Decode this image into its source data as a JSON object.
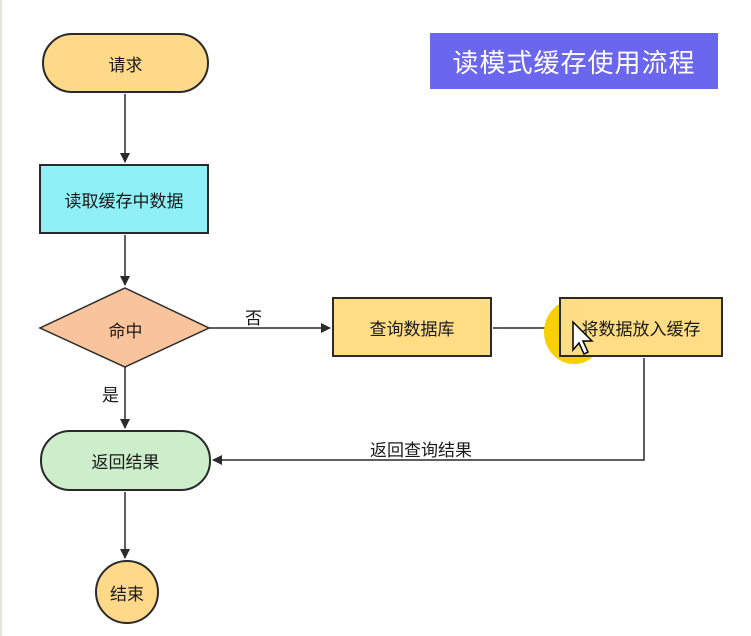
{
  "title": "读模式缓存使用流程",
  "nodes": {
    "start": "请求",
    "read_cache": "读取缓存中数据",
    "hit": "命中",
    "query_db": "查询数据库",
    "put_cache": "将数据放入缓存",
    "return_result": "返回结果",
    "end": "结束"
  },
  "edge_labels": {
    "no": "否",
    "yes": "是",
    "return_query_result": "返回查询结果"
  },
  "colors": {
    "banner": "#6b66ee",
    "terminal": "#ffd98a",
    "process_cyan": "#8ff0f7",
    "decision": "#f9c49b",
    "process_yellow": "#ffdd85",
    "return_green": "#cdeecb",
    "cursor_highlight": "#f6d000"
  }
}
